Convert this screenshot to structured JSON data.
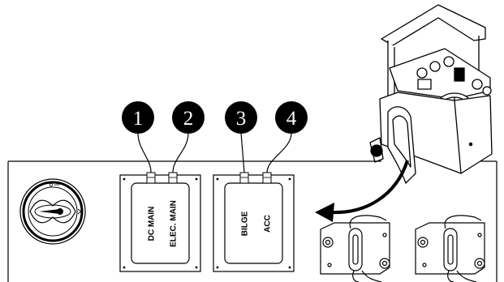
{
  "callouts": [
    {
      "number": "1"
    },
    {
      "number": "2"
    },
    {
      "number": "3"
    },
    {
      "number": "4"
    }
  ],
  "panel_left": {
    "labels": [
      "DC MAIN",
      "ELEC. MAIN"
    ]
  },
  "panel_right": {
    "labels": [
      "BILGE",
      "ACC"
    ]
  },
  "icons": {
    "rotary_switch": "battery-selector-switch-icon",
    "console": "boat-console-icon",
    "breaker_a": "circuit-breaker-icon",
    "breaker_b": "circuit-breaker-icon",
    "pointer": "curved-arrow-icon"
  },
  "colors": {
    "ink": "#000000",
    "background": "#ffffff"
  }
}
